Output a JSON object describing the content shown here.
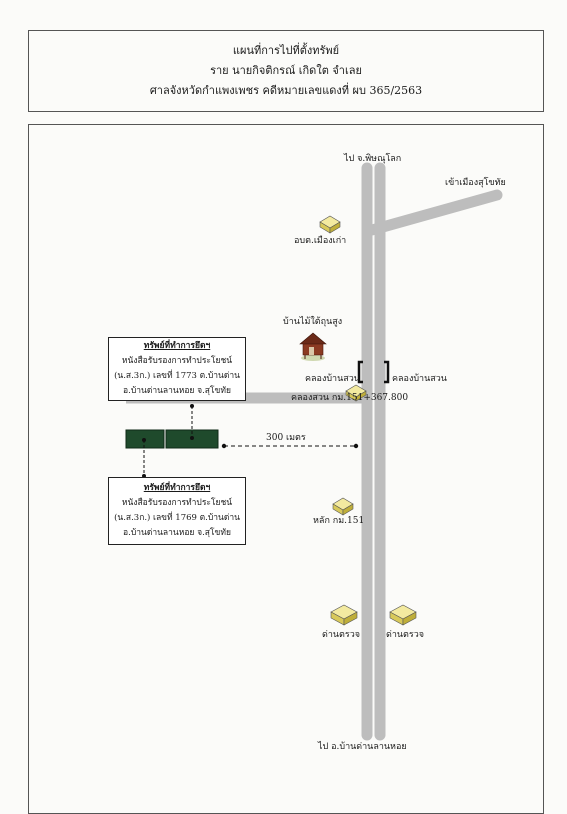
{
  "header": {
    "title": "แผนที่การไปที่ตั้งทรัพย์",
    "owner": "ราย นายกิจติกรณ์  เกิดใต  จำเลย",
    "court": "ศาลจังหวัดกำแพงเพชร   คดีหมายเลขแดงที่ ผบ 365/2563"
  },
  "map": {
    "north_road_label": "ไป จ.พิษณุโลก",
    "branch_road_label": "เข้าเมืองสุโขทัย",
    "south_road_label": "ไป อ.บ้านด่านลานหอย",
    "landmarks": [
      {
        "id": "obt",
        "label": "อบต.เมืองเก่า"
      },
      {
        "id": "house",
        "label": "บ้านไม้ใต้ถุนสูง"
      },
      {
        "id": "canal_left",
        "label": "คลองบ้านสวน"
      },
      {
        "id": "canal_right",
        "label": "คลองบ้านสวน"
      },
      {
        "id": "canal_km",
        "label": "คลองสวน กม.151+367.800"
      },
      {
        "id": "km_post",
        "label": "หลัก กม.151"
      },
      {
        "id": "checkpoint_left",
        "label": "ด่านตรวจ"
      },
      {
        "id": "checkpoint_right",
        "label": "ด่านตรวจ"
      }
    ],
    "distance_label": "300 เมตร",
    "properties": [
      {
        "title": "ทรัพย์ที่ทำการยึดฯ",
        "line1": "หนังสือรับรองการทำประโยชน์",
        "line2": "(น.ส.3ก.) เลขที่  1773  ต.บ้านด่าน",
        "line3": "อ.บ้านด่านลานหอย  จ.สุโขทัย"
      },
      {
        "title": "ทรัพย์ที่ทำการยึดฯ",
        "line1": "หนังสือรับรองการทำประโยชน์",
        "line2": "(น.ส.3ก.) เลขที่  1769  ต.บ้านด่าน",
        "line3": "อ.บ้านด่านลานหอย  จ.สุโขทัย"
      }
    ],
    "colors": {
      "road": "#bdbdbd",
      "road_edge": "#a5a5a5",
      "parcel": "#1f4a2c",
      "building_top": "#f3eaa0",
      "building_side": "#d8c95a"
    }
  }
}
